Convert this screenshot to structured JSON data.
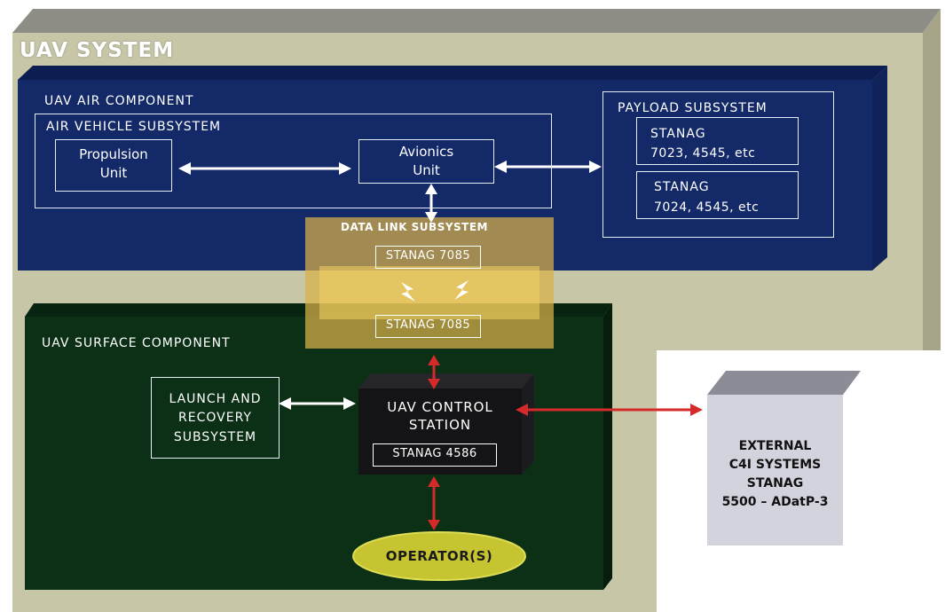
{
  "colors": {
    "system_bg": "#c7c6a6",
    "air_bg": "#142a68",
    "surface_bg": "#0c3016",
    "datalink": "#d9b24a",
    "control_station": "#141416",
    "external_bg": "#d3d3de",
    "operator": "#c6c430",
    "arrow_white": "#ffffff",
    "arrow_red": "#d42a2a"
  },
  "diagram": {
    "title": "UAV SYSTEM",
    "air_component": {
      "title": "UAV AIR COMPONENT",
      "air_vehicle": {
        "title": "AIR VEHICLE SUBSYSTEM",
        "propulsion_line1": "Propulsion",
        "propulsion_line2": "Unit",
        "avionics_line1": "Avionics",
        "avionics_line2": "Unit"
      },
      "payload": {
        "title": "PAYLOAD SUBSYSTEM",
        "stanag1_line1": "STANAG",
        "stanag1_line2": "7023, 4545, etc",
        "stanag2_line1": "STANAG",
        "stanag2_line2": "7024, 4545, etc"
      }
    },
    "data_link": {
      "title": "DATA LINK SUBSYSTEM",
      "stanag_top": "STANAG 7085",
      "stanag_bottom": "STANAG 7085"
    },
    "surface_component": {
      "title": "UAV SURFACE COMPONENT",
      "launch_line1": "LAUNCH AND",
      "launch_line2": "RECOVERY",
      "launch_line3": "SUBSYSTEM",
      "control_line1": "UAV CONTROL",
      "control_line2": "STATION",
      "control_stanag": "STANAG 4586",
      "operator": "OPERATOR(S)"
    },
    "external": {
      "line1": "EXTERNAL",
      "line2": "C4I SYSTEMS",
      "line3": "STANAG",
      "line4": "5500 – ADatP-3"
    }
  }
}
